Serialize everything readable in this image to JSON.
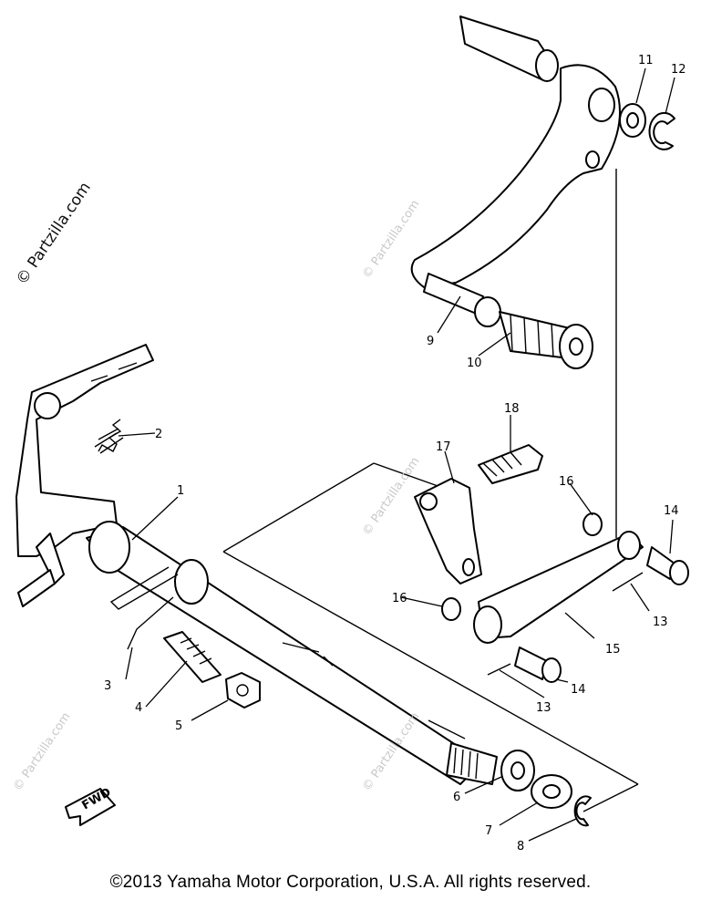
{
  "watermarks": {
    "main": "© Partzilla.com",
    "faint": "© Partzilla.com"
  },
  "fwd_label": "FWD",
  "callouts": [
    "1",
    "2",
    "3",
    "4",
    "5",
    "6",
    "7",
    "8",
    "9",
    "10",
    "11",
    "12",
    "13",
    "13",
    "14",
    "14",
    "15",
    "16",
    "16",
    "17",
    "18"
  ],
  "copyright": "©2013 Yamaha Motor Corporation, U.S.A. All rights reserved."
}
